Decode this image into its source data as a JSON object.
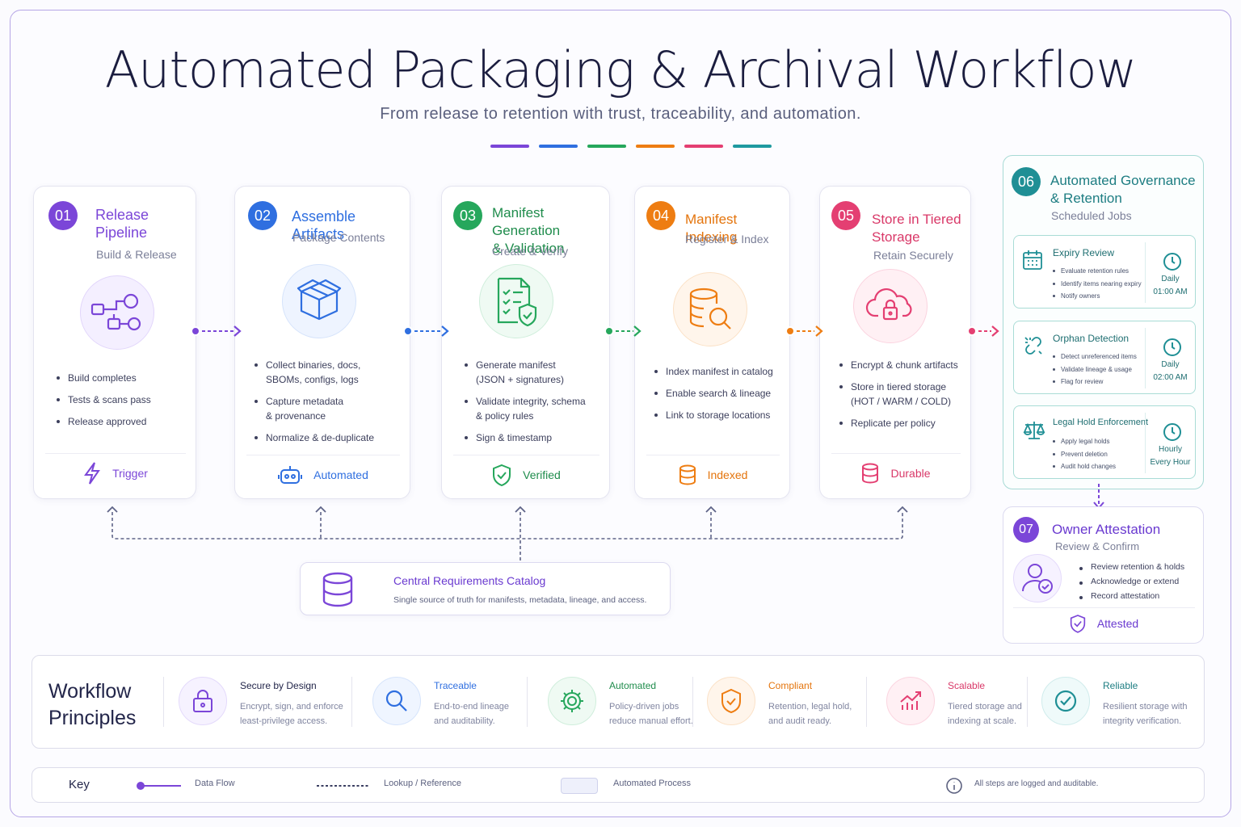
{
  "header": {
    "title": "Automated Packaging & Archival Workflow",
    "subtitle": "From release to retention with trust, traceability, and automation."
  },
  "colors": {
    "purple": "#7b46d8",
    "blue": "#2f6fe0",
    "green": "#26a75c",
    "orange": "#ee7d12",
    "pink": "#e43f72",
    "teal": "#1f8f95"
  },
  "stages": [
    {
      "num": "01",
      "title_l1": "Release",
      "title_l2": "Pipeline",
      "subtitle": "Build & Release",
      "icon": "pipeline-icon",
      "bullets": [
        "Build completes",
        "Tests & scans pass",
        "Release approved"
      ],
      "footer": "Trigger",
      "footer_icon": "lightning-icon"
    },
    {
      "num": "02",
      "title_l1": "Assemble Artifacts",
      "title_l2": "",
      "subtitle": "Package Contents",
      "icon": "package-box-icon",
      "bullets": [
        "Collect binaries, docs,|SBOMs, configs, logs",
        "Capture metadata|& provenance",
        "Normalize & de-duplicate"
      ],
      "footer": "Automated",
      "footer_icon": "robot-icon"
    },
    {
      "num": "03",
      "title_l1": "Manifest Generation",
      "title_l2": "& Validation",
      "subtitle": "Create & Verify",
      "icon": "checklist-shield-icon",
      "bullets": [
        "Generate manifest|(JSON + signatures)",
        "Validate integrity, schema|& policy rules",
        "Sign & timestamp"
      ],
      "footer": "Verified",
      "footer_icon": "shield-check-icon"
    },
    {
      "num": "04",
      "title_l1": "Manifest Indexing",
      "title_l2": "",
      "subtitle": "Register & Index",
      "icon": "database-search-icon",
      "bullets": [
        "Index manifest in catalog",
        "Enable search & lineage",
        "Link to storage locations"
      ],
      "footer": "Indexed",
      "footer_icon": "database-icon"
    },
    {
      "num": "05",
      "title_l1": "Store in Tiered",
      "title_l2": "Storage",
      "subtitle": "Retain Securely",
      "icon": "cloud-lock-icon",
      "bullets": [
        "Encrypt & chunk artifacts",
        "Store in tiered storage|(HOT / WARM / COLD)",
        "Replicate per policy"
      ],
      "footer": "Durable",
      "footer_icon": "database-icon"
    }
  ],
  "governance": {
    "num": "06",
    "title_l1": "Automated Governance",
    "title_l2": "& Retention",
    "subtitle": "Scheduled Jobs",
    "jobs": [
      {
        "title": "Expiry Review",
        "icon": "calendar-icon",
        "bullets": [
          "Evaluate retention rules",
          "Identify items nearing expiry",
          "Notify owners"
        ],
        "sched_l1": "Daily",
        "sched_l2": "01:00 AM"
      },
      {
        "title": "Orphan Detection",
        "icon": "broken-link-icon",
        "bullets": [
          "Detect unreferenced items",
          "Validate lineage & usage",
          "Flag for review"
        ],
        "sched_l1": "Daily",
        "sched_l2": "02:00 AM"
      },
      {
        "title": "Legal Hold Enforcement",
        "icon": "scales-icon",
        "bullets": [
          "Apply legal holds",
          "Prevent deletion",
          "Audit hold changes"
        ],
        "sched_l1": "Hourly",
        "sched_l2": "Every Hour"
      }
    ]
  },
  "owner": {
    "num": "07",
    "title": "Owner Attestation",
    "subtitle": "Review & Confirm",
    "bullets": [
      "Review retention & holds",
      "Acknowledge or extend",
      "Record attestation"
    ],
    "footer": "Attested"
  },
  "catalog": {
    "title": "Central Requirements Catalog",
    "desc": "Single source of truth for manifests, metadata, lineage, and access."
  },
  "principles": {
    "title_l1": "Workflow",
    "title_l2": "Principles",
    "items": [
      {
        "title": "Secure by Design",
        "d1": "Encrypt, sign, and enforce",
        "d2": "least-privilege access.",
        "icon": "lock-icon"
      },
      {
        "title": "Traceable",
        "d1": "End-to-end lineage",
        "d2": "and auditability.",
        "icon": "magnifier-icon"
      },
      {
        "title": "Automated",
        "d1": "Policy-driven jobs",
        "d2": "reduce manual effort.",
        "icon": "gear-icon"
      },
      {
        "title": "Compliant",
        "d1": "Retention, legal hold,",
        "d2": "and audit ready.",
        "icon": "shield-check-icon"
      },
      {
        "title": "Scalable",
        "d1": "Tiered storage and",
        "d2": "indexing at scale.",
        "icon": "growth-chart-icon"
      },
      {
        "title": "Reliable",
        "d1": "Resilient storage with",
        "d2": "integrity verification.",
        "icon": "check-circle-icon"
      }
    ]
  },
  "key": {
    "title": "Key",
    "data_flow": "Data Flow",
    "lookup": "Lookup / Reference",
    "automated": "Automated Process",
    "note": "All steps are logged and auditable."
  }
}
